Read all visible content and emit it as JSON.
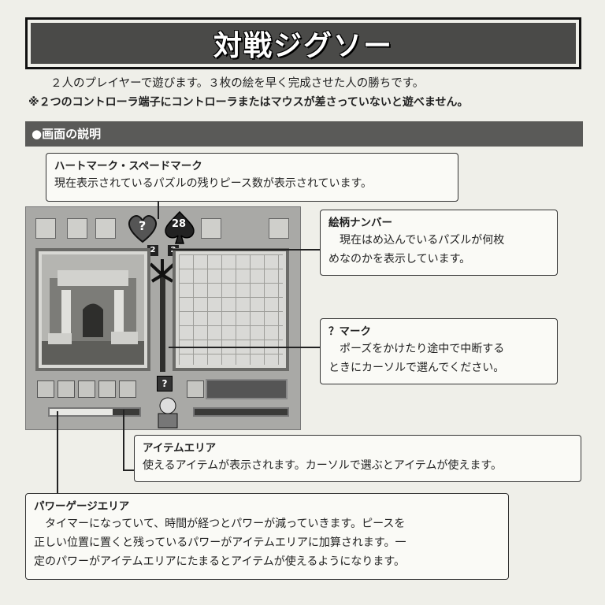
{
  "page": {
    "title": "対戦ジグソー",
    "intro_line1": "２人のプレイヤーで遊びます。３枚の絵を早く完成させた人の勝ちです。",
    "intro_line2": "※２つのコントローラ端子にコントローラまたはマウスが差さっていないと遊べません。",
    "section_heading": "●画面の説明"
  },
  "screen": {
    "heart_mark": "?",
    "spade_count": "28",
    "picture_number_left": "2",
    "picture_number_right": "2",
    "question_mark": "?"
  },
  "callouts": {
    "heart_spade": {
      "title": "ハートマーク・スペードマーク",
      "body": "現在表示されているパズルの残りピース数が表示されています。"
    },
    "picture_number": {
      "title": "絵柄ナンバー",
      "body1": "現在はめ込んでいるパズルが何枚",
      "body2": "めなのかを表示しています。"
    },
    "question_mark": {
      "title": "？マーク",
      "body1": "ポーズをかけたり途中で中断する",
      "body2": "ときにカーソルで選んでください。"
    },
    "item_area": {
      "title": "アイテムエリア",
      "body": "使えるアイテムが表示されます。カーソルで選ぶとアイテムが使えます。"
    },
    "power_gauge": {
      "title": "パワーゲージエリア",
      "body1": "タイマーになっていて、時間が経つとパワーが減っていきます。ピースを",
      "body2": "正しい位置に置くと残っているパワーがアイテムエリアに加算されます。一",
      "body3": "定のパワーがアイテムエリアにたまるとアイテムが使えるようになります。"
    }
  }
}
